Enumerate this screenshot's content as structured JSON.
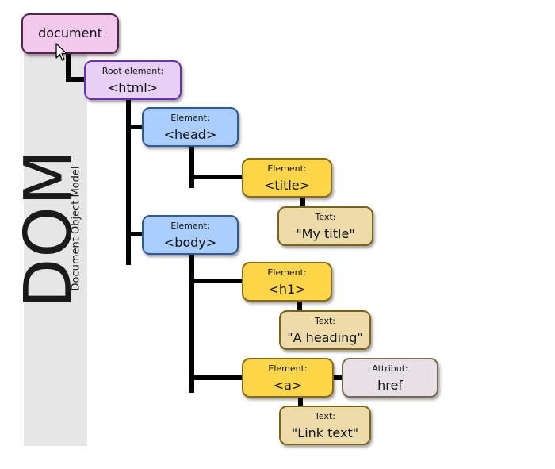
{
  "sidebar": {
    "big_title": "DOM",
    "subtitle": "Document Object Model"
  },
  "nodes": {
    "document": {
      "value": "document"
    },
    "html": {
      "label": "Root element:",
      "value": "<html>"
    },
    "head": {
      "label": "Element:",
      "value": "<head>"
    },
    "title": {
      "label": "Element:",
      "value": "<title>"
    },
    "title_text": {
      "label": "Text:",
      "value": "\"My title\""
    },
    "body": {
      "label": "Element:",
      "value": "<body>"
    },
    "h1": {
      "label": "Element:",
      "value": "<h1>"
    },
    "h1_text": {
      "label": "Text:",
      "value": "\"A heading\""
    },
    "a": {
      "label": "Element:",
      "value": "<a>"
    },
    "a_attr": {
      "label": "Attribut:",
      "value": "href"
    },
    "a_text": {
      "label": "Text:",
      "value": "\"Link text\""
    }
  },
  "colors": {
    "document": "#f4c9ee",
    "root": "#e7cff6",
    "element_blue": "#a9ceff",
    "element_yellow": "#ffd648",
    "text": "#eddcaa",
    "attribute": "#e7e1e7"
  },
  "icons": [
    "mouse-pointer-icon"
  ]
}
